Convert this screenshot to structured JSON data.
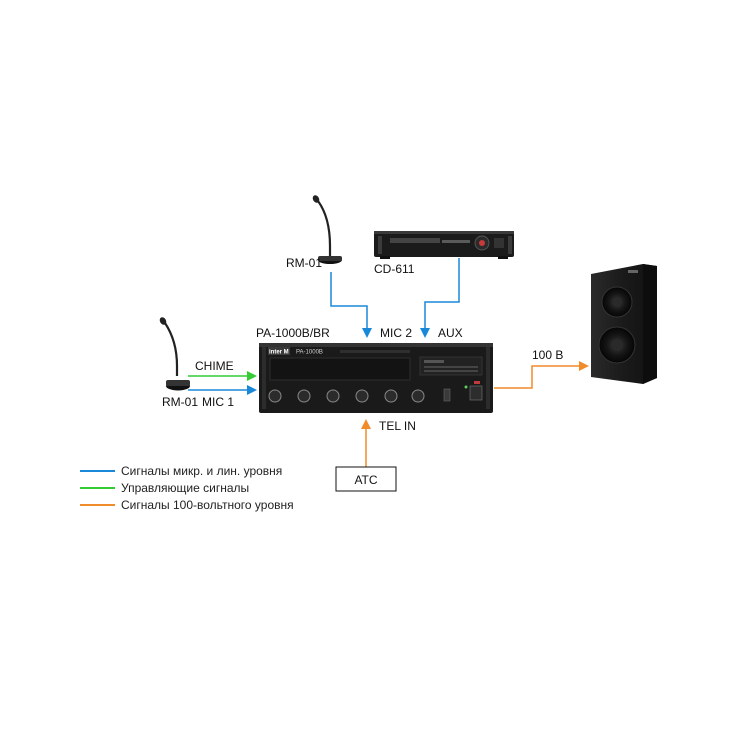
{
  "devices": {
    "mic_top": {
      "label": "RM-01"
    },
    "mic_left": {
      "label": "RM-01"
    },
    "cd_player": {
      "label": "CD-611"
    },
    "amplifier": {
      "label": "PA-1000B/BR",
      "brand": "inter M",
      "model_text": "PA-1000B"
    },
    "pbx": {
      "label": "АТС"
    }
  },
  "ports": {
    "chime": "CHIME",
    "mic1": "MIC 1",
    "mic2": "MIC 2",
    "aux": "AUX",
    "tel_in": "TEL IN",
    "out_100v": "100 В"
  },
  "legend": [
    {
      "text": "Сигналы микр. и лин. уровня",
      "color": "#1a88d8"
    },
    {
      "text": "Управляющие сигналы",
      "color": "#33cc33"
    },
    {
      "text": "Сигналы 100-вольтного уровня",
      "color": "#f08c2a"
    }
  ]
}
